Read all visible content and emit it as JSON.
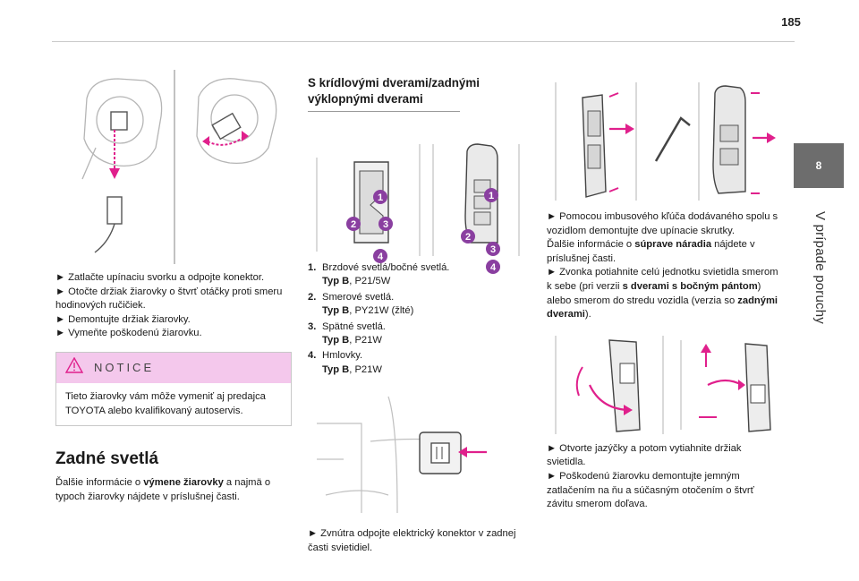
{
  "page": {
    "number": "185",
    "chapter_tab": "8",
    "chapter_title": "V prípade poruchy"
  },
  "col1": {
    "steps": [
      "► Zatlačte upínaciu svorku a odpojte konektor.",
      "► Otočte držiak žiarovky o štvrť otáčky proti smeru hodinových ručičiek.",
      "► Demontujte držiak žiarovky.",
      "► Vymeňte poškodenú žiarovku."
    ],
    "notice": {
      "title": "NOTICE",
      "text": "Tieto žiarovky vám môže vymeniť aj predajca TOYOTA alebo kvalifikovaný autoservis."
    },
    "section_title": "Zadné svetlá",
    "section_text_pre": "Ďalšie informácie o ",
    "section_text_bold": "výmene žiarovky",
    "section_text_post": " a najmä o typoch žiarovky nájdete v príslušnej časti."
  },
  "col2": {
    "subtitle": "S krídlovými dverami/zadnými výklopnými dverami",
    "lamps": [
      {
        "num": "1.",
        "name": "Brzdové svetlá/bočné svetlá.",
        "type_label": "Typ B",
        "type_value": ", P21/5W"
      },
      {
        "num": "2.",
        "name": "Smerové svetlá.",
        "type_label": "Typ B",
        "type_value": ", PY21W (žlté)"
      },
      {
        "num": "3.",
        "name": "Spätné svetlá.",
        "type_label": "Typ B",
        "type_value": ", P21W"
      },
      {
        "num": "4.",
        "name": "Hmlovky.",
        "type_label": "Typ B",
        "type_value": ", P21W"
      }
    ],
    "badges": [
      "1",
      "2",
      "3",
      "4"
    ],
    "bottom_step": "► Zvnútra odpojte elektrický konektor v zadnej časti svietidiel."
  },
  "col3": {
    "p1": "► Pomocou imbusového kľúča dodávaného spolu s vozidlom demontujte dve upínacie skrutky.",
    "p2_pre": "Ďalšie informácie o ",
    "p2_bold": "súprave náradia",
    "p2_post": " nájdete v príslušnej časti.",
    "p3_pre": "► Zvonka potiahnite celú jednotku svietidla smerom k sebe (pri verzii ",
    "p3_bold1": "s dverami s bočným pántom",
    "p3_mid": ") alebo smerom do stredu vozidla (verzia so ",
    "p3_bold2": "zadnými dverami",
    "p3_post": ").",
    "p4": "► Otvorte jazýčky a potom vytiahnite držiak svietidla.",
    "p5": "► Poškodenú žiarovku demontujte jemným zatlačením na ňu a súčasným otočením o štvrť závitu smerom doľava."
  },
  "colors": {
    "accent_magenta": "#e0208c",
    "notice_bg": "#f4c8ec",
    "badge_purple": "#8a3fa0",
    "tab_gray": "#6d6d6d"
  }
}
